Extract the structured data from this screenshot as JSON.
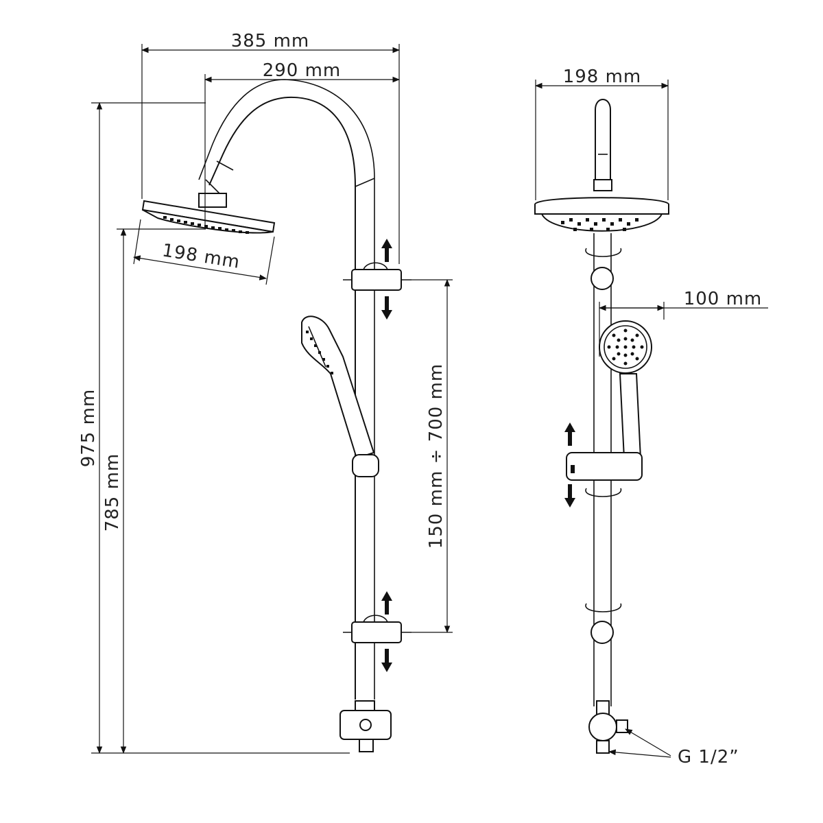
{
  "side_view": {
    "dim_total_width": "385 mm",
    "dim_arm_width": "290 mm",
    "dim_head_diameter": "198 mm",
    "dim_total_height": "975 mm",
    "dim_head_height": "785 mm",
    "dim_slide_range": "150 mm ÷ 700 mm"
  },
  "front_view": {
    "dim_head_diameter": "198 mm",
    "dim_hand_shower": "100 mm",
    "dim_connection": "G 1/2”"
  }
}
